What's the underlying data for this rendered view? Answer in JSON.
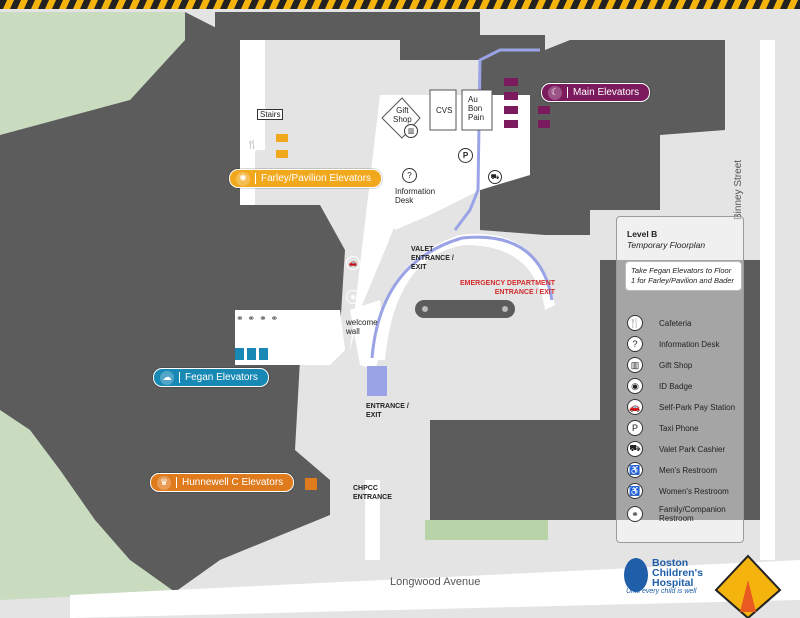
{
  "street_labels": {
    "longwood": "Longwood Avenue",
    "binney": "Binney Street"
  },
  "elevators": {
    "main": {
      "label": "Main Elevators",
      "color": "#7b1b5e",
      "icon": "moon-star-icon"
    },
    "farley": {
      "label": "Farley/Pavilion Elevators",
      "color": "#f2a81d",
      "icon": "sun-icon"
    },
    "fegan": {
      "label": "Fegan Elevators",
      "color": "#1889b5",
      "icon": "cloud-icon"
    },
    "hunnewell": {
      "label": "Hunnewell C Elevators",
      "color": "#df7a1d",
      "icon": "hat-icon"
    }
  },
  "places": {
    "stairs": "Stairs",
    "gift_shop": "Gift\nShop",
    "cvs": "CVS",
    "au_bon_pain": "Au\nBon\nPain",
    "information_desk": "Information\nDesk",
    "welcome_wall": "welcome\nwall",
    "valet_entrance": "VALET\nENTRANCE /\nEXIT",
    "emergency_entrance": "EMERGENCY DEPARTMENT\nENTRANCE / EXIT",
    "entrance_exit": "ENTRANCE /\nEXIT",
    "chpcc_entrance": "CHPCC\nENTRANCE"
  },
  "legend": {
    "title": "Level B",
    "subtitle": "Temporary Floorplan",
    "note": "Take Fegan Elevators to Floor 1 for Farley/Pavilion and Bader",
    "items": [
      {
        "label": "Cafeteria",
        "icon": "fork-knife-icon",
        "glyph": "🍴"
      },
      {
        "label": "Information Desk",
        "icon": "question-icon",
        "glyph": "?"
      },
      {
        "label": "Gift Shop",
        "icon": "gift-icon",
        "glyph": "▥"
      },
      {
        "label": "ID Badge",
        "icon": "id-badge-icon",
        "glyph": "◉"
      },
      {
        "label": "Self-Park Pay Station",
        "icon": "car-icon",
        "glyph": "🚗"
      },
      {
        "label": "Taxi Phone",
        "icon": "taxi-phone-icon",
        "glyph": "P"
      },
      {
        "label": "Valet Park Cashier",
        "icon": "valet-icon",
        "glyph": "⛟"
      },
      {
        "label": "Men's Restroom",
        "icon": "mens-restroom-icon",
        "glyph": "♿"
      },
      {
        "label": "Women's Restroom",
        "icon": "womens-restroom-icon",
        "glyph": "♿"
      },
      {
        "label": "Family/Companion Restroom",
        "icon": "family-restroom-icon",
        "glyph": "⚭"
      }
    ]
  },
  "logo": {
    "name": "Boston\nChildren's\nHospital",
    "tagline": "Until every child is well"
  },
  "colors": {
    "building": "#5c5c5c",
    "corridor": "#ffffff",
    "ground": "#e4e4e4",
    "grass": "#c9dcc0",
    "path": "#9aa3e6",
    "warning": "#f5b30d"
  }
}
